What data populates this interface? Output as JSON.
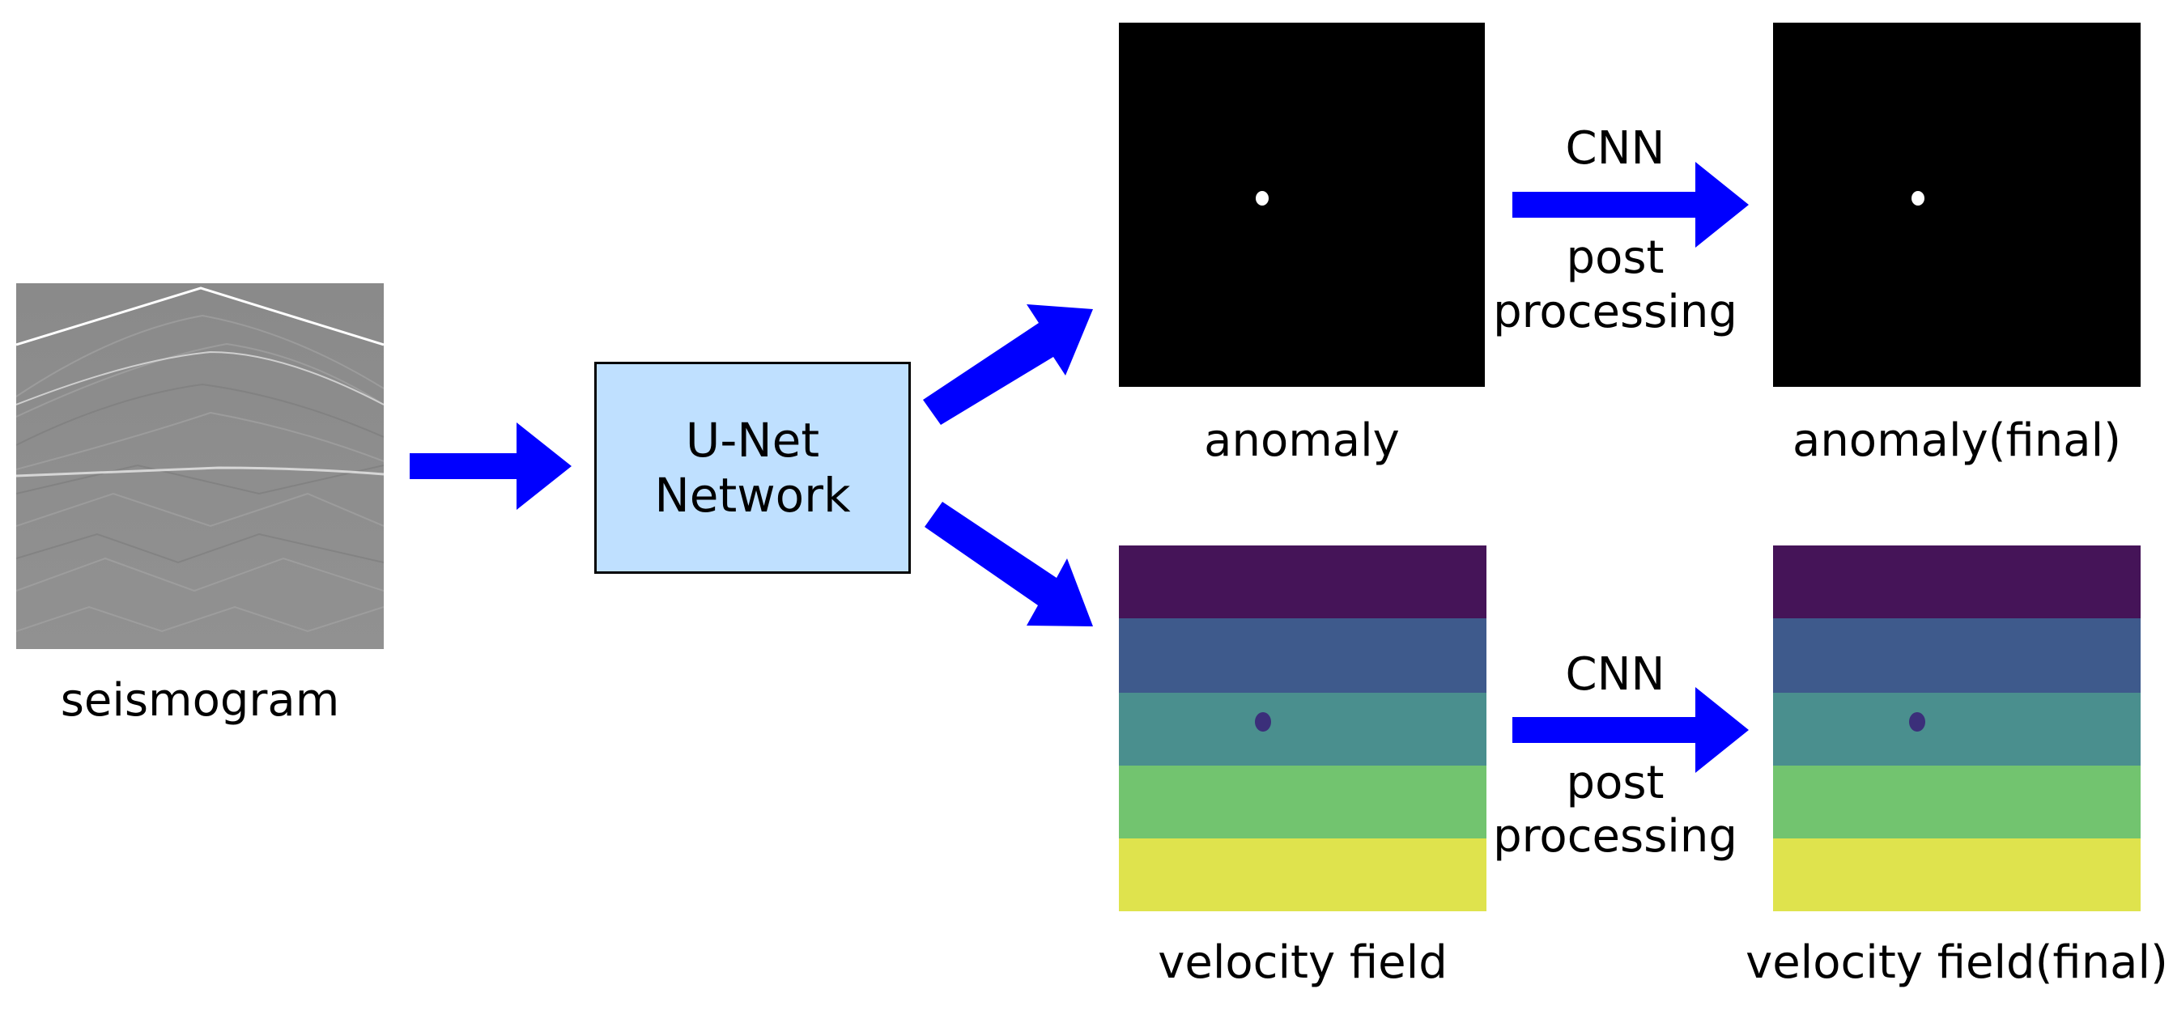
{
  "input": {
    "label": "seismogram"
  },
  "network": {
    "line1": "U-Net",
    "line2": "Network"
  },
  "outputs": {
    "anomaly": {
      "label": "anomaly"
    },
    "anomaly_final": {
      "label": "anomaly(final)"
    },
    "velocity": {
      "label": "velocity field"
    },
    "velocity_final": {
      "label": "velocity field(final)"
    }
  },
  "postprocess": {
    "top": {
      "line1": "CNN",
      "line2": "post",
      "line3": "processing"
    },
    "bottom": {
      "line1": "CNN",
      "line2": "post",
      "line3": "processing"
    }
  },
  "colors": {
    "arrow": "#0000ff",
    "network_box": "#bfe0ff",
    "anomaly_background": "#000000",
    "anomaly_dot": "#ffffff",
    "velocity_layers": [
      "#441458",
      "#3e5a8c",
      "#4a8f8e",
      "#72c46f",
      "#dfe34d"
    ],
    "velocity_anomaly": "#3b2f7a",
    "seismogram_background": "#8c8c8c"
  },
  "icons": [
    "arrow-right",
    "arrow-up-right",
    "arrow-down-right"
  ]
}
